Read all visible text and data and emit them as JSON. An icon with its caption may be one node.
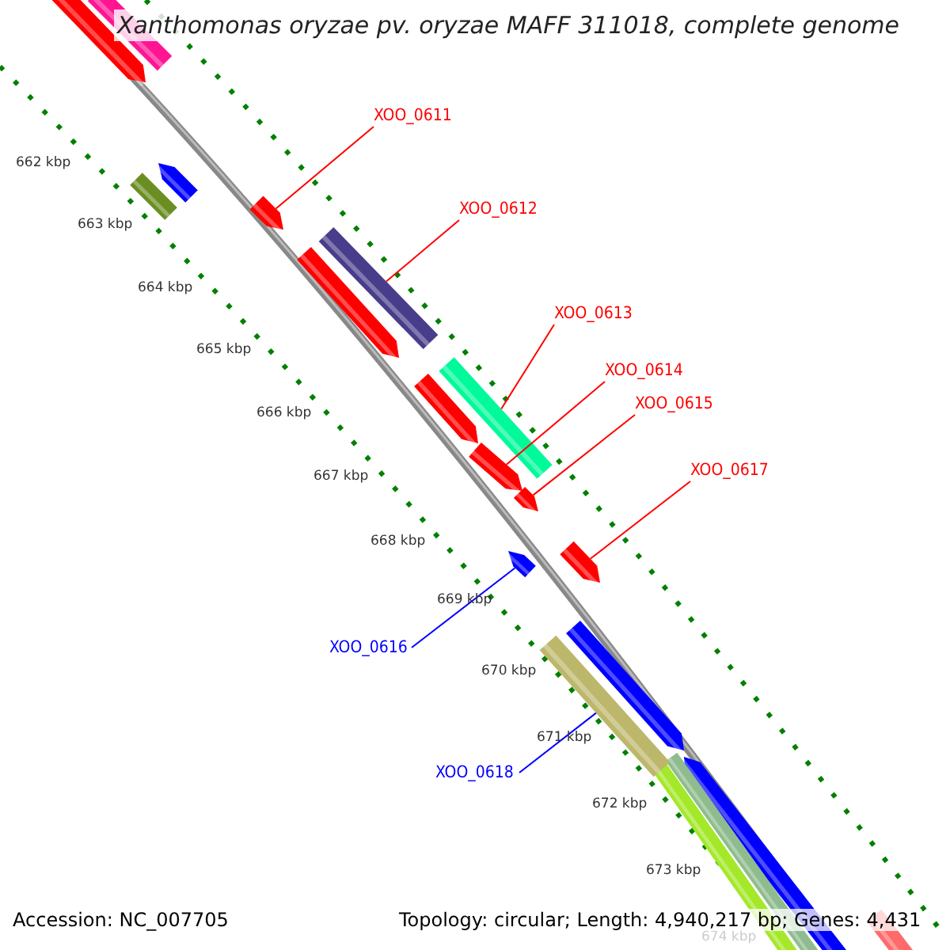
{
  "diagram": {
    "title": "Xanthomonas oryzae pv. oryzae MAFF 311018, complete genome",
    "nodes": [
      {
        "text": [
          "XOO_0611"
        ]
      },
      {
        "text": [
          "XOO_0612"
        ]
      },
      {
        "text": [
          "XOO_0613"
        ]
      },
      {
        "text": [
          "XOO_0614"
        ]
      },
      {
        "text": [
          "XOO_0615"
        ]
      },
      {
        "text": [
          "XOO_0617"
        ]
      },
      {
        "text": [
          "XOO_0616"
        ]
      },
      {
        "text": [
          "XOO_0618"
        ]
      },
      {
        "text": [],
        "shape": "bar"
      },
      {
        "text": [],
        "shape": "bar"
      },
      {
        "text": [],
        "shape": "bar"
      },
      {
        "text": [],
        "shape": "bar"
      },
      {
        "text": [],
        "shape": "bar"
      },
      {
        "text": [],
        "shape": "bar"
      },
      {
        "text": [],
        "shape": "bar"
      },
      {
        "text": [],
        "shape": "bar"
      }
    ],
    "edges": [
      {
        "from": 0,
        "to": 8,
        "arrow": "none"
      },
      {
        "from": 1,
        "to": 9,
        "arrow": "none"
      },
      {
        "from": 2,
        "to": 10,
        "arrow": "none"
      },
      {
        "from": 3,
        "to": 11,
        "arrow": "none"
      },
      {
        "from": 4,
        "to": 12,
        "arrow": "none"
      },
      {
        "from": 5,
        "to": 13,
        "arrow": "none"
      },
      {
        "from": 6,
        "to": 14,
        "arrow": "none",
        "color": "#0000ff"
      },
      {
        "from": 7,
        "to": 15,
        "arrow": "none",
        "color": "#0000ff"
      }
    ],
    "labels": [
      "662 kbp",
      "663 kbp",
      "664 kbp",
      "665 kbp",
      "666 kbp",
      "667 kbp",
      "668 kbp",
      "669 kbp",
      "670 kbp",
      "671 kbp",
      "672 kbp",
      "673 kbp",
      "674 kbp",
      "Accession: NC_007705",
      "Topology: circular; Length: 4,940,217 bp; Genes: 4,431"
    ]
  }
}
